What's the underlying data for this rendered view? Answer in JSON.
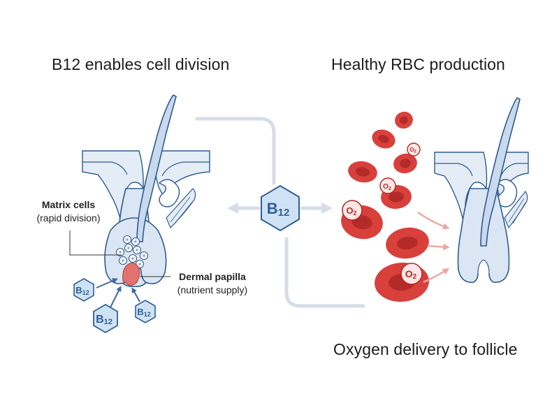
{
  "titles": {
    "left": "B12 enables cell division",
    "right": "Healthy RBC production",
    "bottom": "Oxygen delivery to follicle"
  },
  "labels": {
    "matrix": "Matrix cells",
    "matrix_sub": "(rapid division)",
    "papilla": "Dermal papilla",
    "papilla_sub": "(nutrient supply)"
  },
  "hexagons": {
    "center": {
      "main": "B",
      "sub": "12"
    },
    "small": {
      "main": "B",
      "sub": "12"
    }
  },
  "oxygen": {
    "main": "O",
    "sub": "2"
  },
  "colors": {
    "hair_fill": "#dbe6f4",
    "hair_stroke": "#2f5b8e",
    "skin_fill": "#e4ecf6",
    "papilla": "#e0736f",
    "rbc": "#d8403c",
    "rbc_dark": "#b22c29",
    "hex_fill": "#cfe2f5",
    "connector": "#d6dde8",
    "arrow_pink": "#e9a8a5"
  }
}
